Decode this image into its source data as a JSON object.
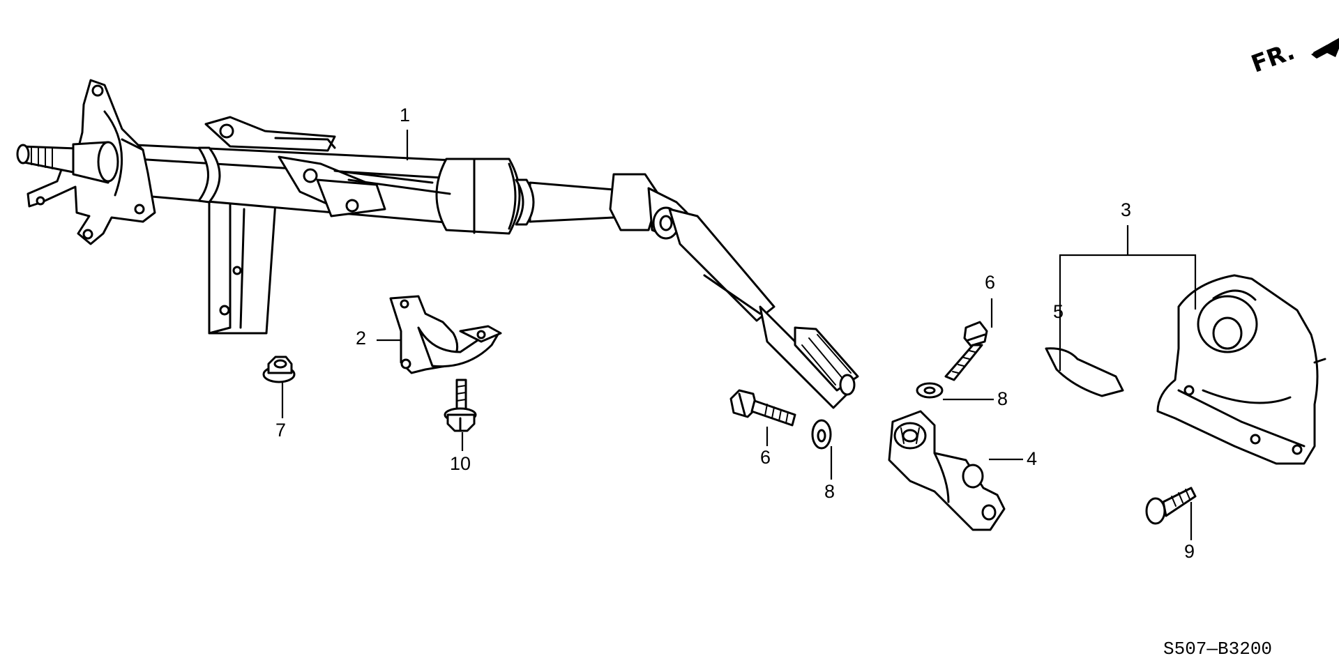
{
  "diagram": {
    "front_indicator": "FR.",
    "diagram_code": "S507—B3200",
    "callouts": [
      {
        "id": "1",
        "label": "1"
      },
      {
        "id": "2",
        "label": "2"
      },
      {
        "id": "3",
        "label": "3"
      },
      {
        "id": "4",
        "label": "4"
      },
      {
        "id": "5",
        "label": "5"
      },
      {
        "id": "6a",
        "label": "6"
      },
      {
        "id": "6b",
        "label": "6"
      },
      {
        "id": "7",
        "label": "7"
      },
      {
        "id": "8a",
        "label": "8"
      },
      {
        "id": "8b",
        "label": "8"
      },
      {
        "id": "9",
        "label": "9"
      },
      {
        "id": "10",
        "label": "10"
      }
    ]
  }
}
